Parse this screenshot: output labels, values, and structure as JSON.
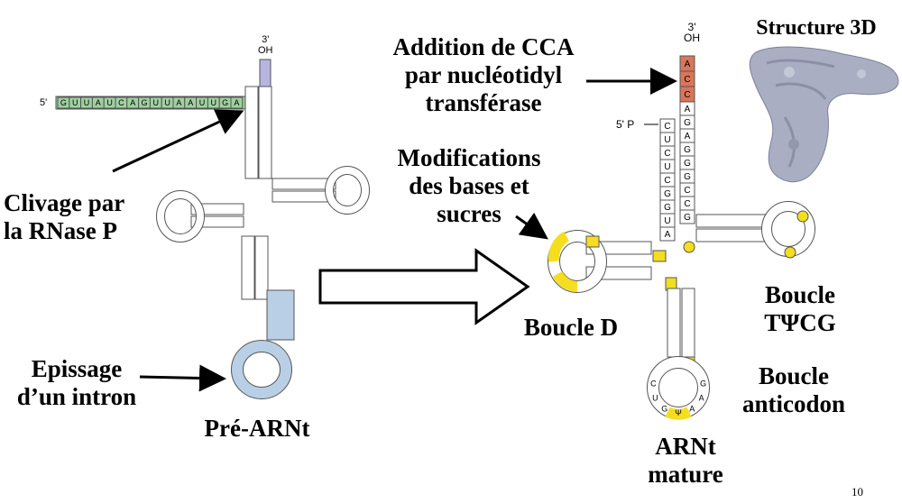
{
  "labels": {
    "clivage": [
      "Clivage par",
      "la RNase P"
    ],
    "epissage": [
      "Epissage",
      "d’un intron"
    ],
    "pre_arnt": "Pré-ARNt",
    "addition": [
      "Addition de CCA",
      "par nucléotidyl",
      "transférase"
    ],
    "modifications": [
      "Modifications",
      "des bases et",
      "sucres"
    ],
    "boucle_d": "Boucle D",
    "boucle_tpsicg": [
      "Boucle",
      "TΨCG"
    ],
    "boucle_anticodon": [
      "Boucle",
      "anticodon"
    ],
    "arnt_mature": [
      "ARNt",
      "mature"
    ],
    "structure_3d": "Structure 3D"
  },
  "sequence": {
    "leader_5prime_label": "5'",
    "leader": "GUUAUCAGUUAAUUGA",
    "pre_3prime": [
      "3'",
      "OH"
    ],
    "mature_3prime": [
      "3'",
      "OH"
    ],
    "mature_5prime_label": "5' P",
    "cca": [
      "A",
      "C",
      "C"
    ],
    "stem_left": [
      "C",
      "U",
      "C",
      "U",
      "C",
      "G",
      "G",
      "U",
      "A"
    ],
    "stem_right": [
      "A",
      "G",
      "A",
      "G",
      "G",
      "G",
      "C",
      "C",
      "G"
    ],
    "anticodon_loop": [
      "C",
      "U",
      "G",
      "Ψ",
      "A",
      "A",
      "G"
    ]
  },
  "colors": {
    "leader_fill": "#9fd19f",
    "top_pre_fill": "#b7b5e0",
    "intron_fill": "#b8cfe5",
    "cca_fill": "#d9765a",
    "modified_fill": "#f5dd20",
    "node_fill": "#ffffff",
    "stroke": "#555555"
  },
  "page_number": "10"
}
